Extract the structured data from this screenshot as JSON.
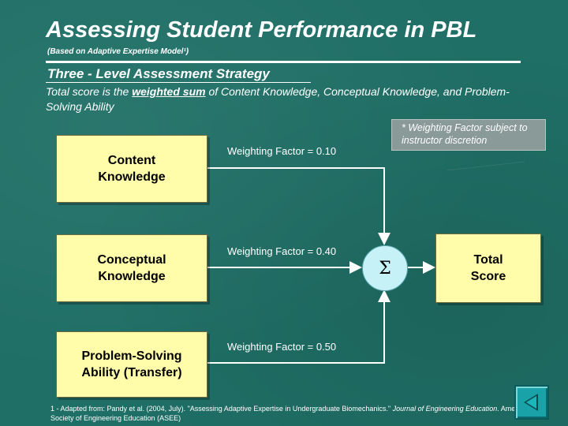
{
  "header": {
    "title": "Assessing Student Performance in PBL",
    "subtitle": "(Based on Adaptive Expertise Model¹)"
  },
  "section": {
    "heading": "Three - Level Assessment Strategy",
    "desc_before": "Total score is the ",
    "desc_emphasis": "weighted sum",
    "desc_after": " of Content Knowledge, Conceptual Knowledge, and Problem-Solving Ability"
  },
  "note": "* Weighting Factor subject to instructor discretion",
  "diagram": {
    "inputs": [
      {
        "label": "Content Knowledge",
        "weight_label": "Weighting Factor = 0.10",
        "weight": 0.1
      },
      {
        "label": "Conceptual Knowledge",
        "weight_label": "Weighting Factor = 0.40",
        "weight": 0.4
      },
      {
        "label": "Problem-Solving Ability (Transfer)",
        "weight_label": "Weighting Factor = 0.50",
        "weight": 0.5
      }
    ],
    "sum_symbol": "Σ",
    "output": "Total Score"
  },
  "footnote": {
    "before": "1 - Adapted from: Pandy et al. (2004, July). \"Assessing Adaptive Expertise in Undergraduate Biomechanics.\" ",
    "journal": "Journal of Engineering Education",
    "after": ". American Society of Engineering Education (ASEE)"
  },
  "colors": {
    "background": "#1f6f66",
    "box_fill": "#fffcaa",
    "sum_fill": "#c6f1f7",
    "note_fill": "#8a9a98"
  },
  "icons": {
    "nav": "back-triangle-icon"
  }
}
